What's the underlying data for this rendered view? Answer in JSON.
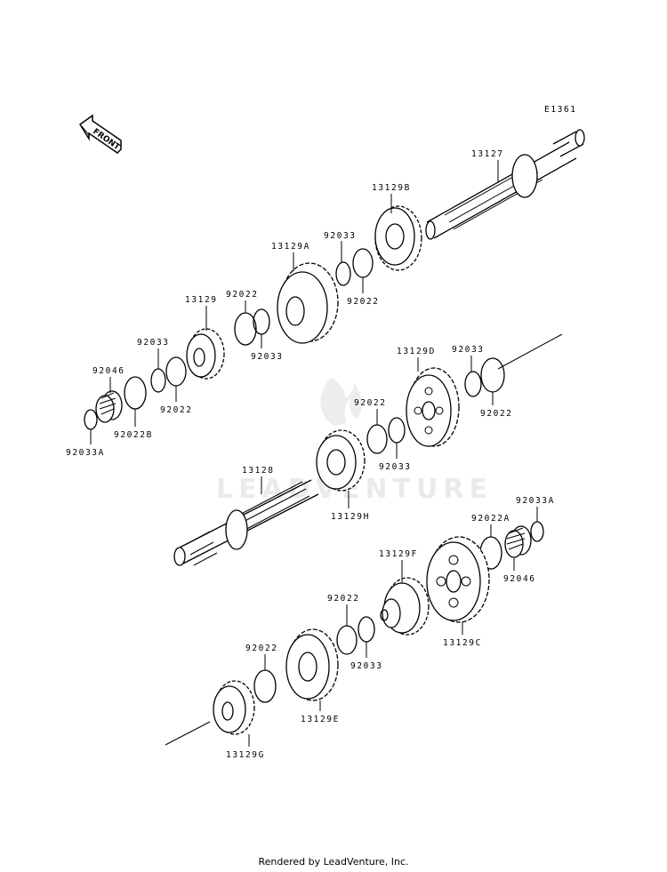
{
  "diagram": {
    "code": "E1361",
    "front_label": "FRONT",
    "watermark": "LEADVENTURE",
    "footer": "Rendered by LeadVenture, Inc.",
    "labels": {
      "p13127": "13127",
      "p13129B": "13129B",
      "p92033_top": "92033",
      "p92022_top": "92022",
      "p13129A": "13129A",
      "p13129": "13129",
      "p92022_mid": "92022",
      "p92033_mid": "92033",
      "p92033_left": "92033",
      "p92046_left": "92046",
      "p92022_left": "92022",
      "p92022B": "92022B",
      "p92033A_left": "92033A",
      "p13129D": "13129D",
      "p92033_right": "92033",
      "p92022_right": "92022",
      "p92022_center": "92022",
      "p92033_center": "92033",
      "p13128": "13128",
      "p13129H": "13129H",
      "p92033A_right": "92033A",
      "p92022A": "92022A",
      "p92046_right": "92046",
      "p13129F": "13129F",
      "p13129C": "13129C",
      "p92022_low": "92022",
      "p92033_low": "92033",
      "p92022_bottom": "92022",
      "p13129E": "13129E",
      "p13129G": "13129G"
    }
  }
}
